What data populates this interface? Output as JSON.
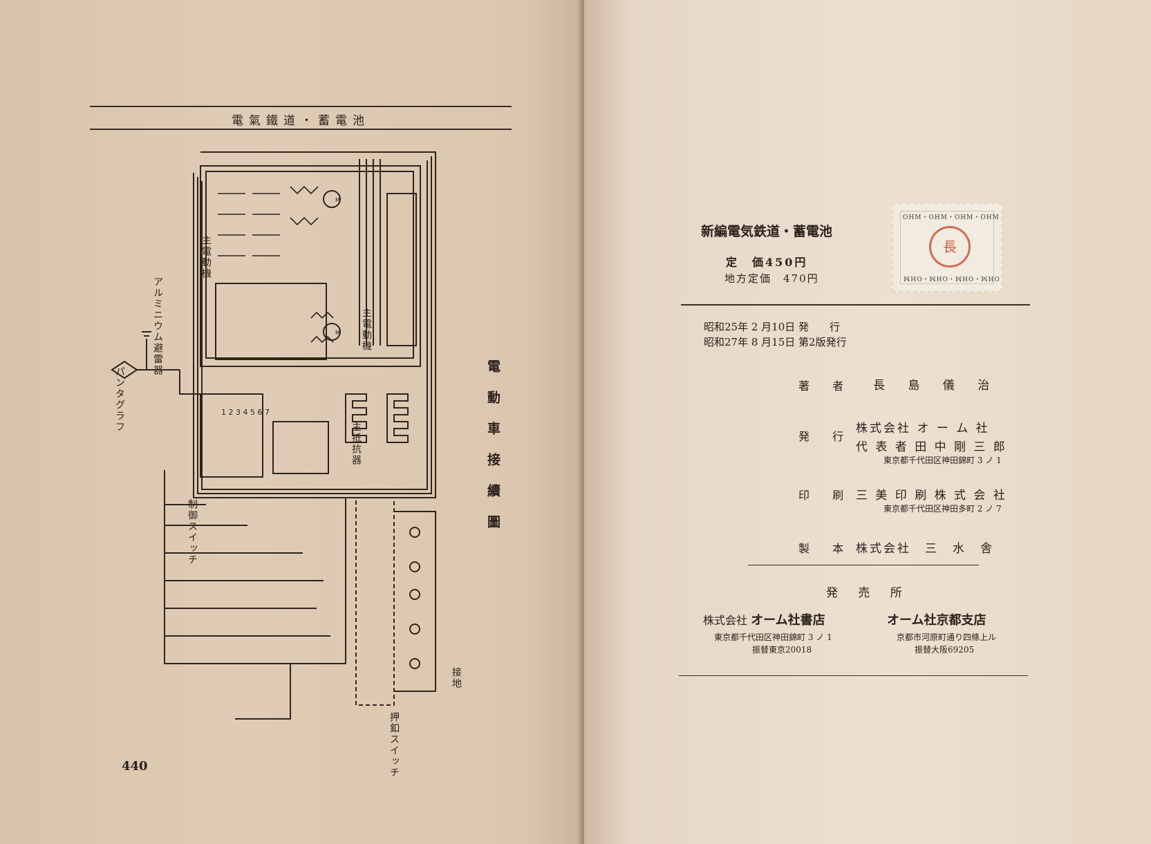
{
  "left_page": {
    "running_head": "電氣鐵道・蓄電池",
    "diagram_title": "電動車接續圖",
    "page_number": "440",
    "labels": {
      "pantograph": "パンタグラフ",
      "arrester": "アルミニウム避雷器",
      "main_resistor": "主抵抗器",
      "motor_1": "主電動機",
      "motor_2": "主電動機",
      "control_switch": "制御スイッチ",
      "push_switch": "押釦スイッチ",
      "ground": "接地"
    }
  },
  "right_page": {
    "book_title": "新編電気鉄道・蓄電池",
    "price": "定　価450円",
    "local_price": "地方定価　470円",
    "stamp": {
      "border_text": "OHM・OHM・OHM・OHM",
      "seal_char": "長"
    },
    "dates": [
      "昭和25年 2 月10日 発　　行",
      "昭和27年 8 月15日 第2版発行"
    ],
    "author": {
      "label": "著 者",
      "name": "長 島 儀 治"
    },
    "publisher": {
      "label": "発 行",
      "company": "株式会社 オ ー ム 社",
      "representative": "代 表 者 田 中 剛 三 郎",
      "address": "東京都千代田区神田錦町 3 ノ 1"
    },
    "printer": {
      "label": "印 刷",
      "company": "三 美 印 刷 株 式 会 社",
      "address": "東京都千代田区神田多町 2 ノ 7"
    },
    "binder": {
      "label": "製 本",
      "company": "株式会社　三　水　舎"
    },
    "sales": {
      "heading": "発 売 所",
      "store1_prefix": "株式会社",
      "store1_name": "オーム社書店",
      "store1_address": "東京都千代田区神田錦町 3 ノ 1",
      "store1_account": "振替東京20018",
      "store2_name": "オーム社京都支店",
      "store2_address": "京都市河原町通り四條上ル",
      "store2_account": "振替大阪69205"
    }
  }
}
